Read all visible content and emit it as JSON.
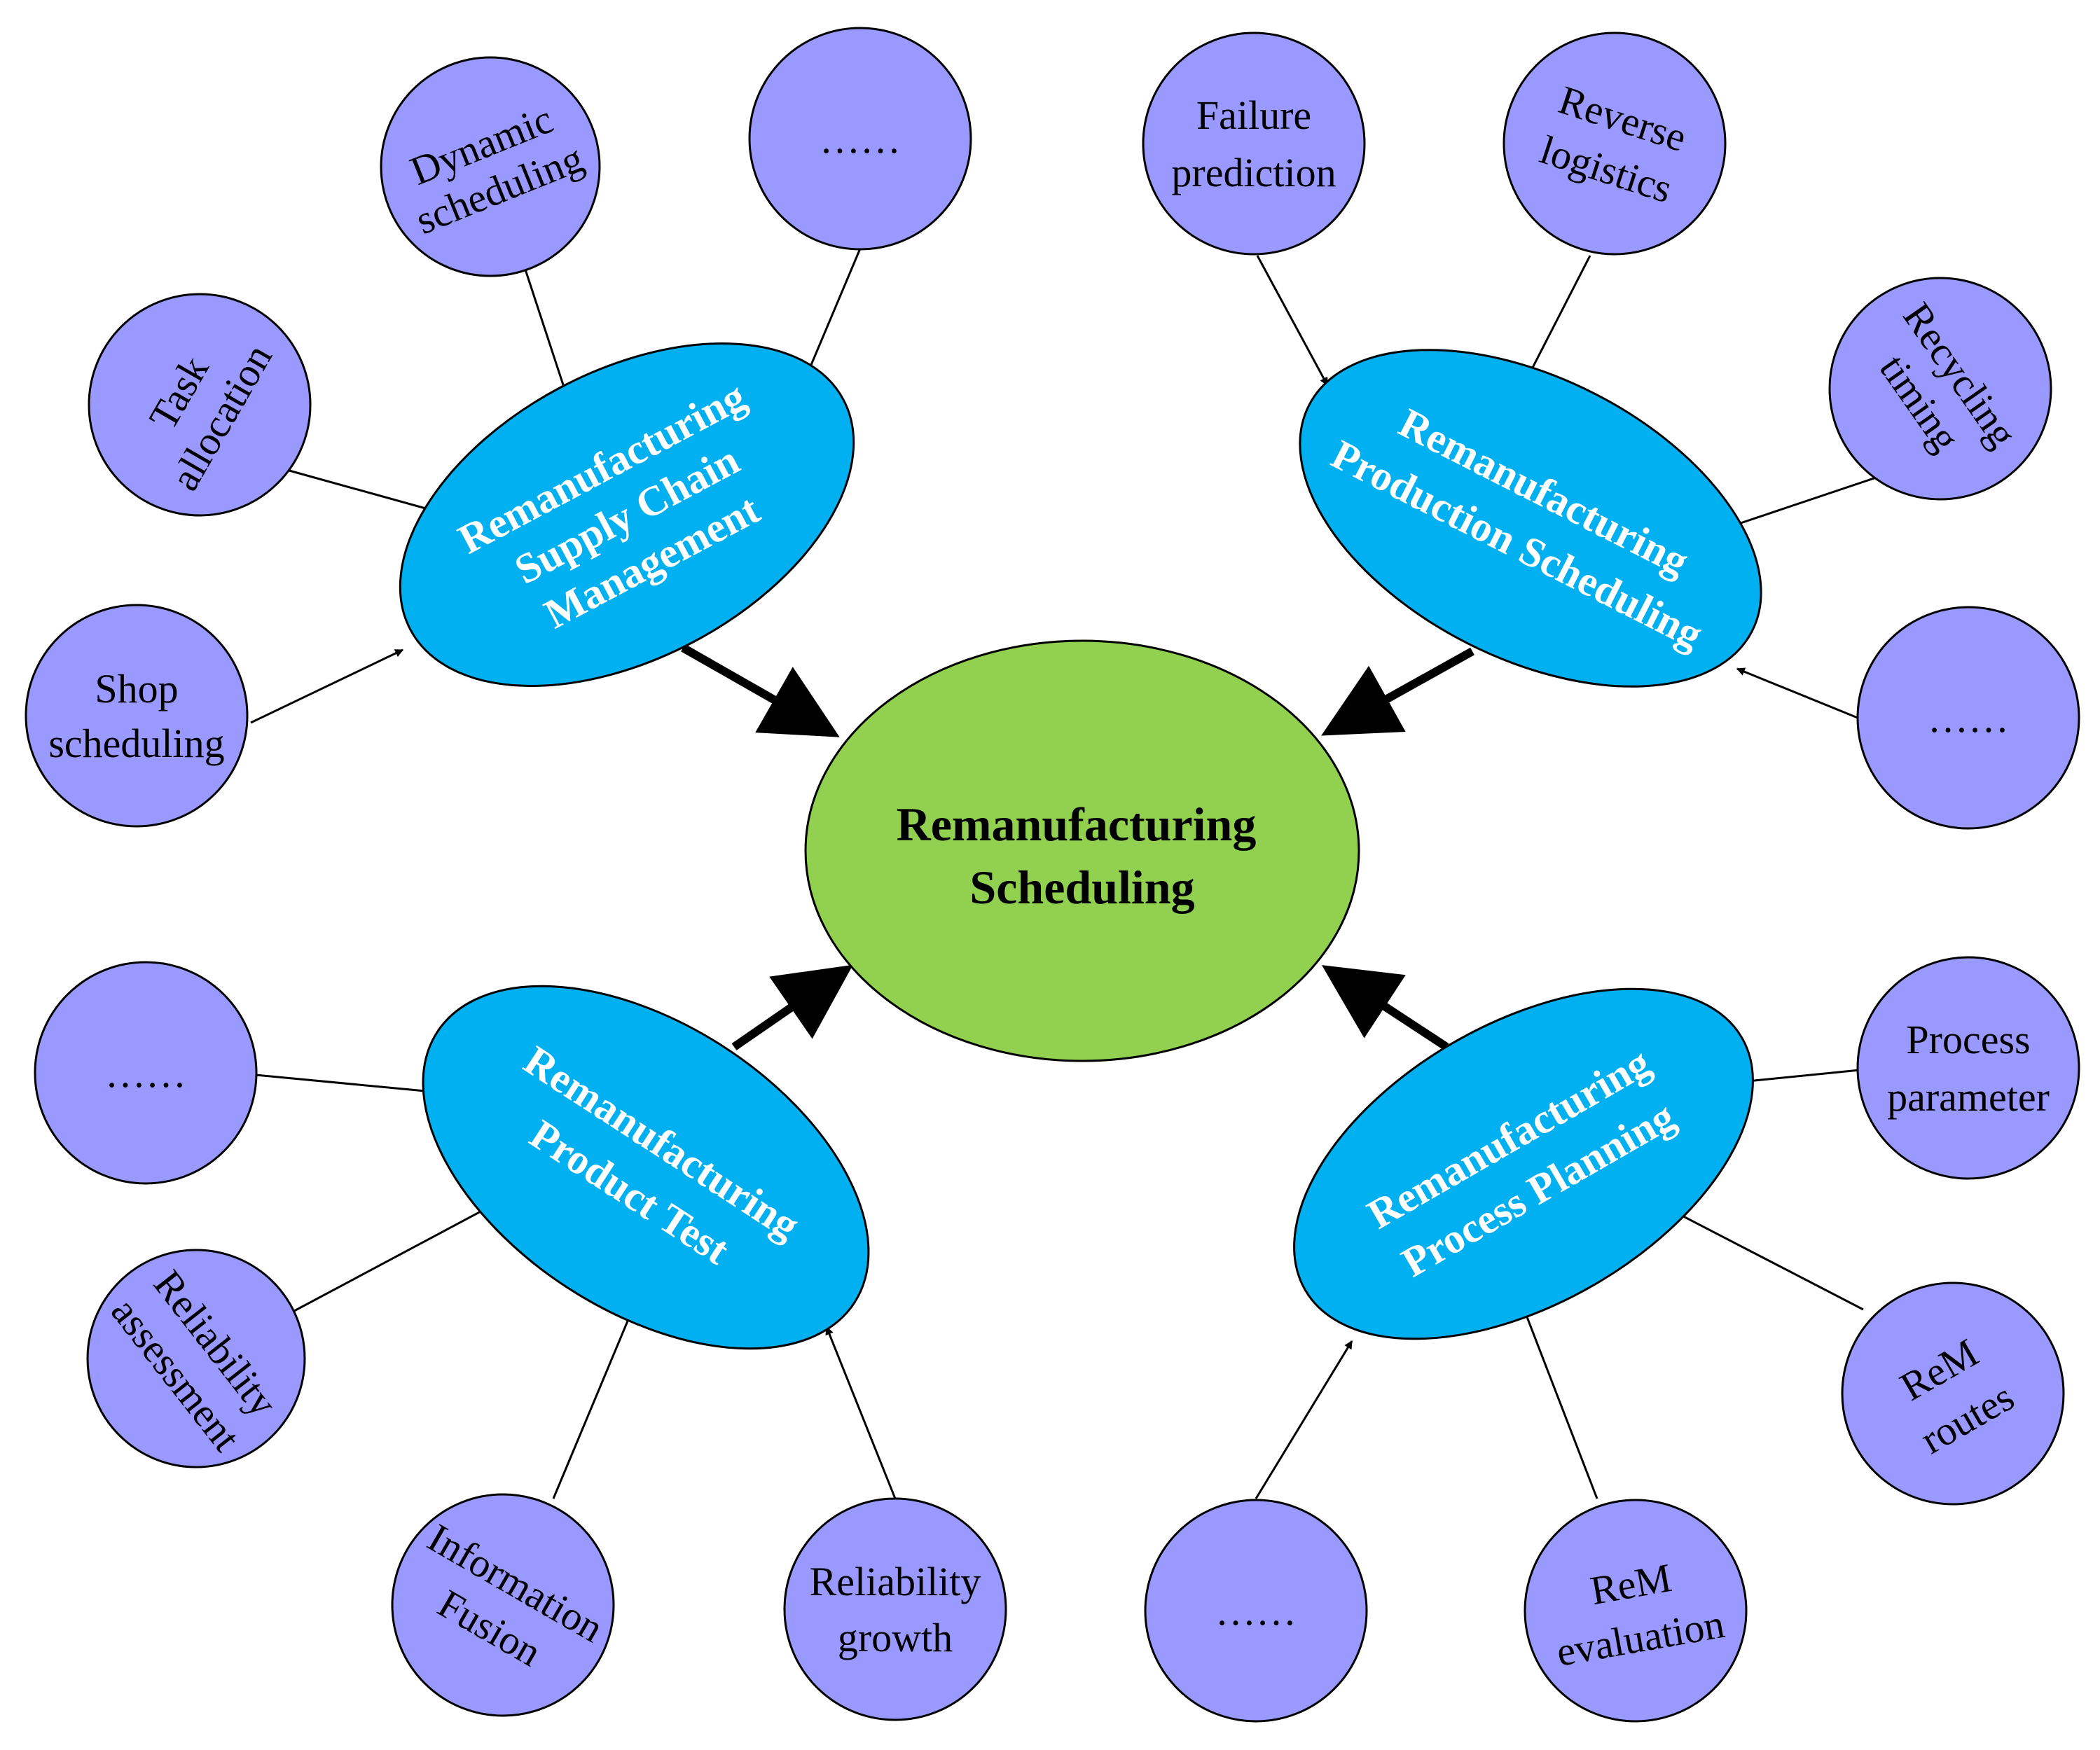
{
  "center": {
    "lines": [
      "Remanufacturing",
      "Scheduling"
    ]
  },
  "categories": {
    "supply_chain": {
      "lines": [
        "Remanufacturing",
        "Supply Chain",
        "Management"
      ]
    },
    "production": {
      "lines": [
        "Remanufacturing",
        "Production Scheduling"
      ]
    },
    "product_test": {
      "lines": [
        "Remanufacturing",
        "Product Test"
      ]
    },
    "process_planning": {
      "lines": [
        "Remanufacturing",
        "Process Planning"
      ]
    }
  },
  "factors": {
    "dynamic_scheduling": {
      "lines": [
        "Dynamic",
        "scheduling"
      ]
    },
    "more_supply": {
      "lines": [
        "……"
      ]
    },
    "task_allocation": {
      "lines": [
        "Task",
        "allocation"
      ]
    },
    "shop_scheduling": {
      "lines": [
        "Shop",
        "scheduling"
      ]
    },
    "failure_prediction": {
      "lines": [
        "Failure",
        "prediction"
      ]
    },
    "reverse_logistics": {
      "lines": [
        "Reverse",
        "logistics"
      ]
    },
    "recycling_timing": {
      "lines": [
        "Recycling",
        "timing"
      ]
    },
    "more_production": {
      "lines": [
        "……"
      ]
    },
    "more_test": {
      "lines": [
        "……"
      ]
    },
    "reliability_assessment": {
      "lines": [
        "Reliability",
        "assessment"
      ]
    },
    "information_fusion": {
      "lines": [
        "Information",
        "Fusion"
      ]
    },
    "reliability_growth": {
      "lines": [
        "Reliability",
        "growth"
      ]
    },
    "process_parameter": {
      "lines": [
        "Process",
        "parameter"
      ]
    },
    "rem_routes": {
      "lines": [
        "ReM",
        "routes"
      ]
    },
    "rem_evaluation": {
      "lines": [
        "ReM",
        "evaluation"
      ]
    },
    "more_process": {
      "lines": [
        "……"
      ]
    }
  },
  "colors": {
    "factor_fill": "#9999ff",
    "category_fill": "#00b0f0",
    "center_fill": "#92d050",
    "outline": "#000000"
  }
}
